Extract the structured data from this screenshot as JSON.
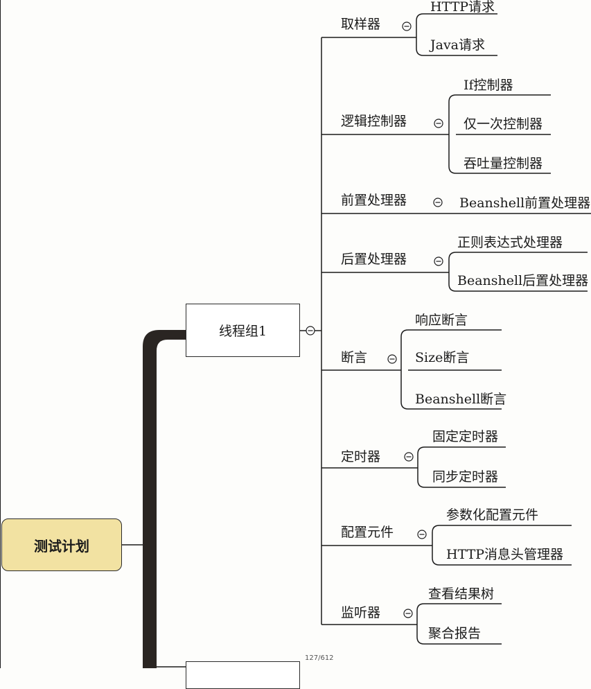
{
  "root": {
    "label": "测试计划"
  },
  "thread_group": {
    "label": "线程组1"
  },
  "categories": [
    {
      "label": "取样器",
      "children": [
        "HTTP请求",
        "Java请求"
      ]
    },
    {
      "label": "逻辑控制器",
      "children": [
        "If控制器",
        "仅一次控制器",
        "吞吐量控制器"
      ]
    },
    {
      "label": "前置处理器",
      "children": [
        "Beanshell前置处理器"
      ]
    },
    {
      "label": "后置处理器",
      "children": [
        "正则表达式处理器",
        "Beanshell后置处理器"
      ]
    },
    {
      "label": "断言",
      "children": [
        "响应断言",
        "Size断言",
        "Beanshell断言"
      ]
    },
    {
      "label": "定时器",
      "children": [
        "固定定时器",
        "同步定时器"
      ]
    },
    {
      "label": "配置元件",
      "children": [
        "参数化配置元件",
        "HTTP消息头管理器"
      ]
    },
    {
      "label": "监听器",
      "children": [
        "查看结果树",
        "聚合报告"
      ]
    }
  ],
  "collapse_glyph": "⊖",
  "page_indicator": "127/612",
  "colors": {
    "root_fill": "#f2e2a2",
    "trunk": "#2a2522",
    "line": "#1b1b1b"
  }
}
